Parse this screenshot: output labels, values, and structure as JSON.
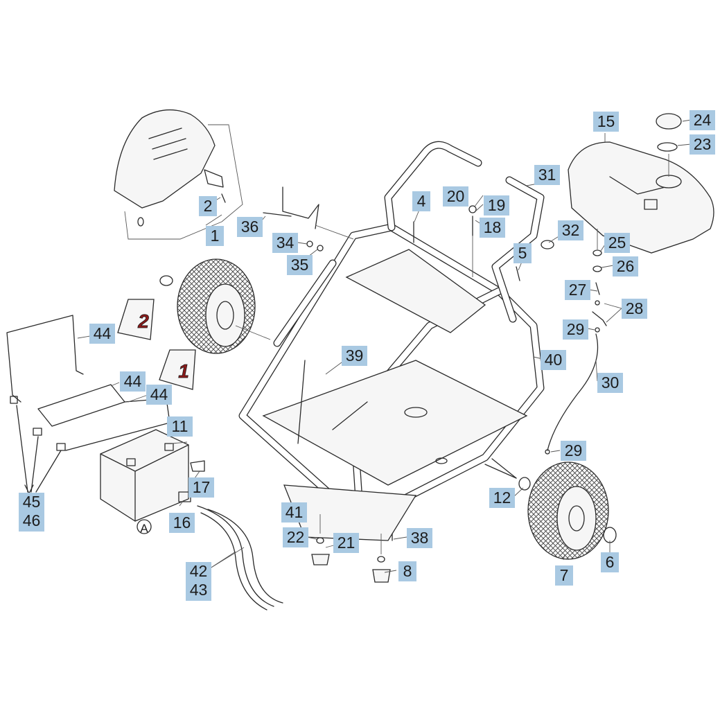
{
  "diagram": {
    "callouts": [
      {
        "id": "c1",
        "label": "1"
      },
      {
        "id": "c2",
        "label": "2"
      },
      {
        "id": "c4",
        "label": "4"
      },
      {
        "id": "c5",
        "label": "5"
      },
      {
        "id": "c6",
        "label": "6"
      },
      {
        "id": "c7",
        "label": "7"
      },
      {
        "id": "c8",
        "label": "8"
      },
      {
        "id": "c11",
        "label": "11"
      },
      {
        "id": "c12",
        "label": "12"
      },
      {
        "id": "c15",
        "label": "15"
      },
      {
        "id": "c16",
        "label": "16"
      },
      {
        "id": "c17",
        "label": "17"
      },
      {
        "id": "c18",
        "label": "18"
      },
      {
        "id": "c19",
        "label": "19"
      },
      {
        "id": "c20",
        "label": "20"
      },
      {
        "id": "c21",
        "label": "21"
      },
      {
        "id": "c22",
        "label": "22"
      },
      {
        "id": "c23",
        "label": "23"
      },
      {
        "id": "c24",
        "label": "24"
      },
      {
        "id": "c25",
        "label": "25"
      },
      {
        "id": "c26",
        "label": "26"
      },
      {
        "id": "c27",
        "label": "27"
      },
      {
        "id": "c28",
        "label": "28"
      },
      {
        "id": "c29a",
        "label": "29"
      },
      {
        "id": "c29b",
        "label": "29"
      },
      {
        "id": "c30",
        "label": "30"
      },
      {
        "id": "c31",
        "label": "31"
      },
      {
        "id": "c32",
        "label": "32"
      },
      {
        "id": "c34",
        "label": "34"
      },
      {
        "id": "c35",
        "label": "35"
      },
      {
        "id": "c36",
        "label": "36"
      },
      {
        "id": "c38",
        "label": "38"
      },
      {
        "id": "c39",
        "label": "39"
      },
      {
        "id": "c40",
        "label": "40"
      },
      {
        "id": "c41",
        "label": "41"
      },
      {
        "id": "c44a",
        "label": "44"
      },
      {
        "id": "c44b",
        "label": "44"
      },
      {
        "id": "c44c",
        "label": "44"
      },
      {
        "id": "c4546",
        "label_top": "45",
        "label_bottom": "46"
      },
      {
        "id": "c4243",
        "label_top": "42",
        "label_bottom": "43"
      }
    ],
    "markers": {
      "arrow_1": "1",
      "arrow_2": "2",
      "circle_a": "A"
    },
    "colors": {
      "callout_fill": "#a9c9e2",
      "line": "#2a2a2a",
      "arrow_number": "#8b1a1a"
    }
  }
}
